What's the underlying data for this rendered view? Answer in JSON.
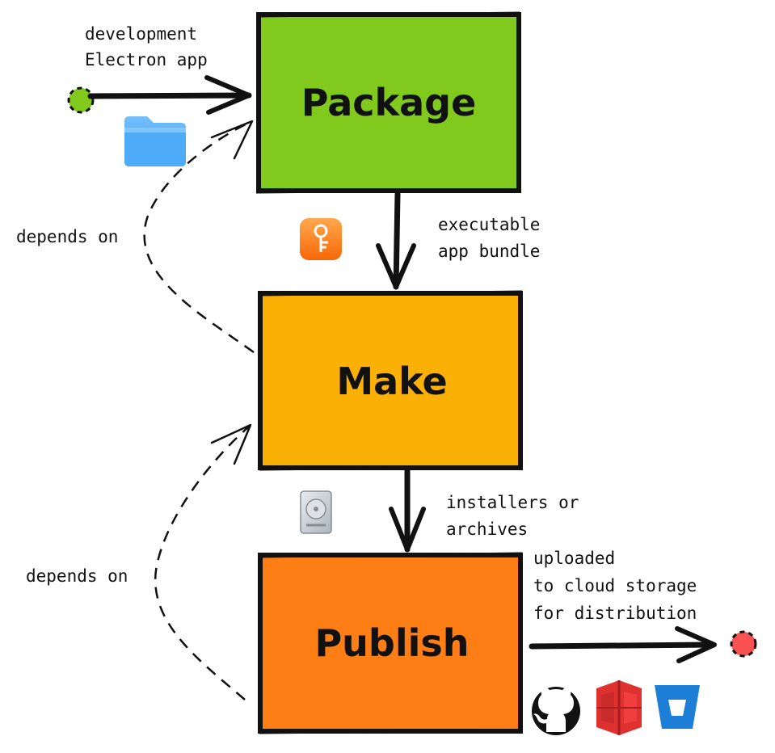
{
  "stages": [
    {
      "id": "package",
      "label": "Package",
      "fill": "#82c91e"
    },
    {
      "id": "make",
      "label": "Make",
      "fill": "#fab005"
    },
    {
      "id": "publish",
      "label": "Publish",
      "fill": "#fd7e14"
    }
  ],
  "input": {
    "line1": "development",
    "line2": "Electron app",
    "dot_color": "#82c91e",
    "icon": "folder-icon"
  },
  "package_to_make": {
    "line1": "executable",
    "line2": "app bundle",
    "icon": "app-bundle-icon",
    "icon_color": "#fd7e14"
  },
  "make_to_publish": {
    "line1": "installers or",
    "line2": "archives",
    "icon": "hard-drive-icon"
  },
  "output": {
    "line1": "uploaded",
    "line2": "to cloud storage",
    "line3": "for distribution",
    "dot_color": "#fa5252",
    "icons": [
      "github-icon",
      "aws-s3-icon",
      "bitbucket-icon"
    ]
  },
  "dependencies": [
    {
      "label": "depends on"
    },
    {
      "label": "depends on"
    }
  ],
  "colors": {
    "stroke": "#111111",
    "folder": "#4dabf7",
    "s3": "#e03131",
    "bitbucket": "#1c7ed6"
  }
}
